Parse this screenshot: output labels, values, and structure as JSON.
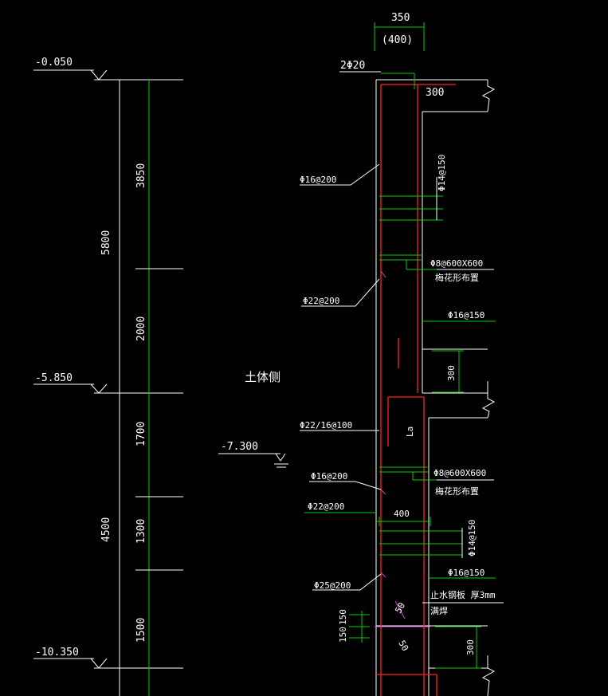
{
  "levels": {
    "top": "-0.050",
    "mid": "-5.850",
    "soil": "-7.300",
    "bottom": "-10.350"
  },
  "dimensions": {
    "total_upper": "5800",
    "seg_3850": "3850",
    "seg_2000": "2000",
    "total_lower": "4500",
    "seg_1700": "1700",
    "seg_1300": "1300",
    "seg_1500": "1500",
    "wall_thickness": "350",
    "wall_thickness_alt": "(400)",
    "slab_top": "300",
    "slab_mid": "300",
    "slab_bottom": "300",
    "width_400": "400",
    "small_150_a": "150",
    "small_150_b": "150",
    "anchor_la": "La",
    "bend_50_a": "50",
    "bend_50_b": "50"
  },
  "labels": {
    "top_bars": "2Φ20",
    "inner_upper": "Φ16@200",
    "inner_upper2": "Φ22@200",
    "tie_upper": "Φ8@600X600",
    "tie_upper_note": "梅花形布置",
    "outer_upper": "Φ16@150",
    "stirrup_upper": "Φ14@150",
    "soil_side": "土体侧",
    "inner_lap": "Φ22/16@100",
    "tie_lower": "Φ8@600X600",
    "tie_lower_note": "梅花形布置",
    "inner_lower": "Φ16@200",
    "inner_lower2": "Φ22@200",
    "stirrup_lower": "Φ14@150",
    "outer_lower": "Φ16@150",
    "inner_lower3": "Φ25@200",
    "waterstop": "止水钢板 厚3mm",
    "waterstop2": "满焊"
  }
}
